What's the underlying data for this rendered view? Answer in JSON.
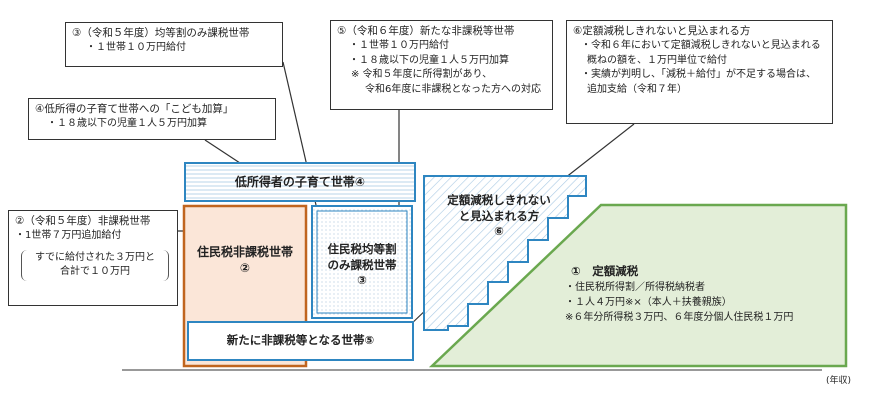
{
  "callouts": {
    "c3": {
      "title": "③（令和５年度）均等割のみ課税世帯",
      "lines": [
        "・１世帯１０万円給付"
      ]
    },
    "c4": {
      "title": "④低所得の子育て世帯への「こども加算」",
      "lines": [
        "・１８歳以下の児童１人５万円加算"
      ]
    },
    "c5": {
      "title": "⑤（令和６年度）新たな非課税等世帯",
      "lines": [
        "・１世帯１０万円給付",
        "・１８歳以下の児童１人５万円加算",
        "※ 令和５年度に所得割があり、",
        "令和6年度に非課税となった方への対応"
      ]
    },
    "c6": {
      "title": "⑥定額減税しきれないと見込まれる方",
      "lines": [
        "・令和６年において定額減税しきれないと見込まれる",
        "概ねの額を、１万円単位で給付",
        "・実績が判明し、「減税＋給付」が不足する場合は、",
        "追加支給（令和７年）"
      ]
    },
    "c2": {
      "title": "②（令和５年度）非課税世帯",
      "lines": [
        "・1世帯７万円追加給付"
      ],
      "note": [
        "すでに給付された３万円と",
        "合計で１０万円"
      ]
    }
  },
  "boxes": {
    "kosodate": "低所得者の子育て世帯④",
    "hikazei": [
      "住民税非課税世帯",
      "②"
    ],
    "kintou": [
      "住民税均等割",
      "のみ課税世帯",
      "③"
    ],
    "shinhikazei": "新たに非課税等となる世帯⑤",
    "shiki": [
      "定額減税しきれない",
      "と見込まれる方",
      "⑥"
    ],
    "genzei": {
      "title": "①　定額減税",
      "lines": [
        "・住民税所得割／所得税納税者",
        "・１人４万円※×（本人＋扶養親族）",
        "※６年分所得税３万円、６年度分個人住民税１万円"
      ]
    }
  },
  "axis": {
    "label": "(年収)"
  },
  "colors": {
    "orange": "#c0651f",
    "blue": "#2e86c1",
    "green": "#6aa84f",
    "stroke": "#333333"
  }
}
